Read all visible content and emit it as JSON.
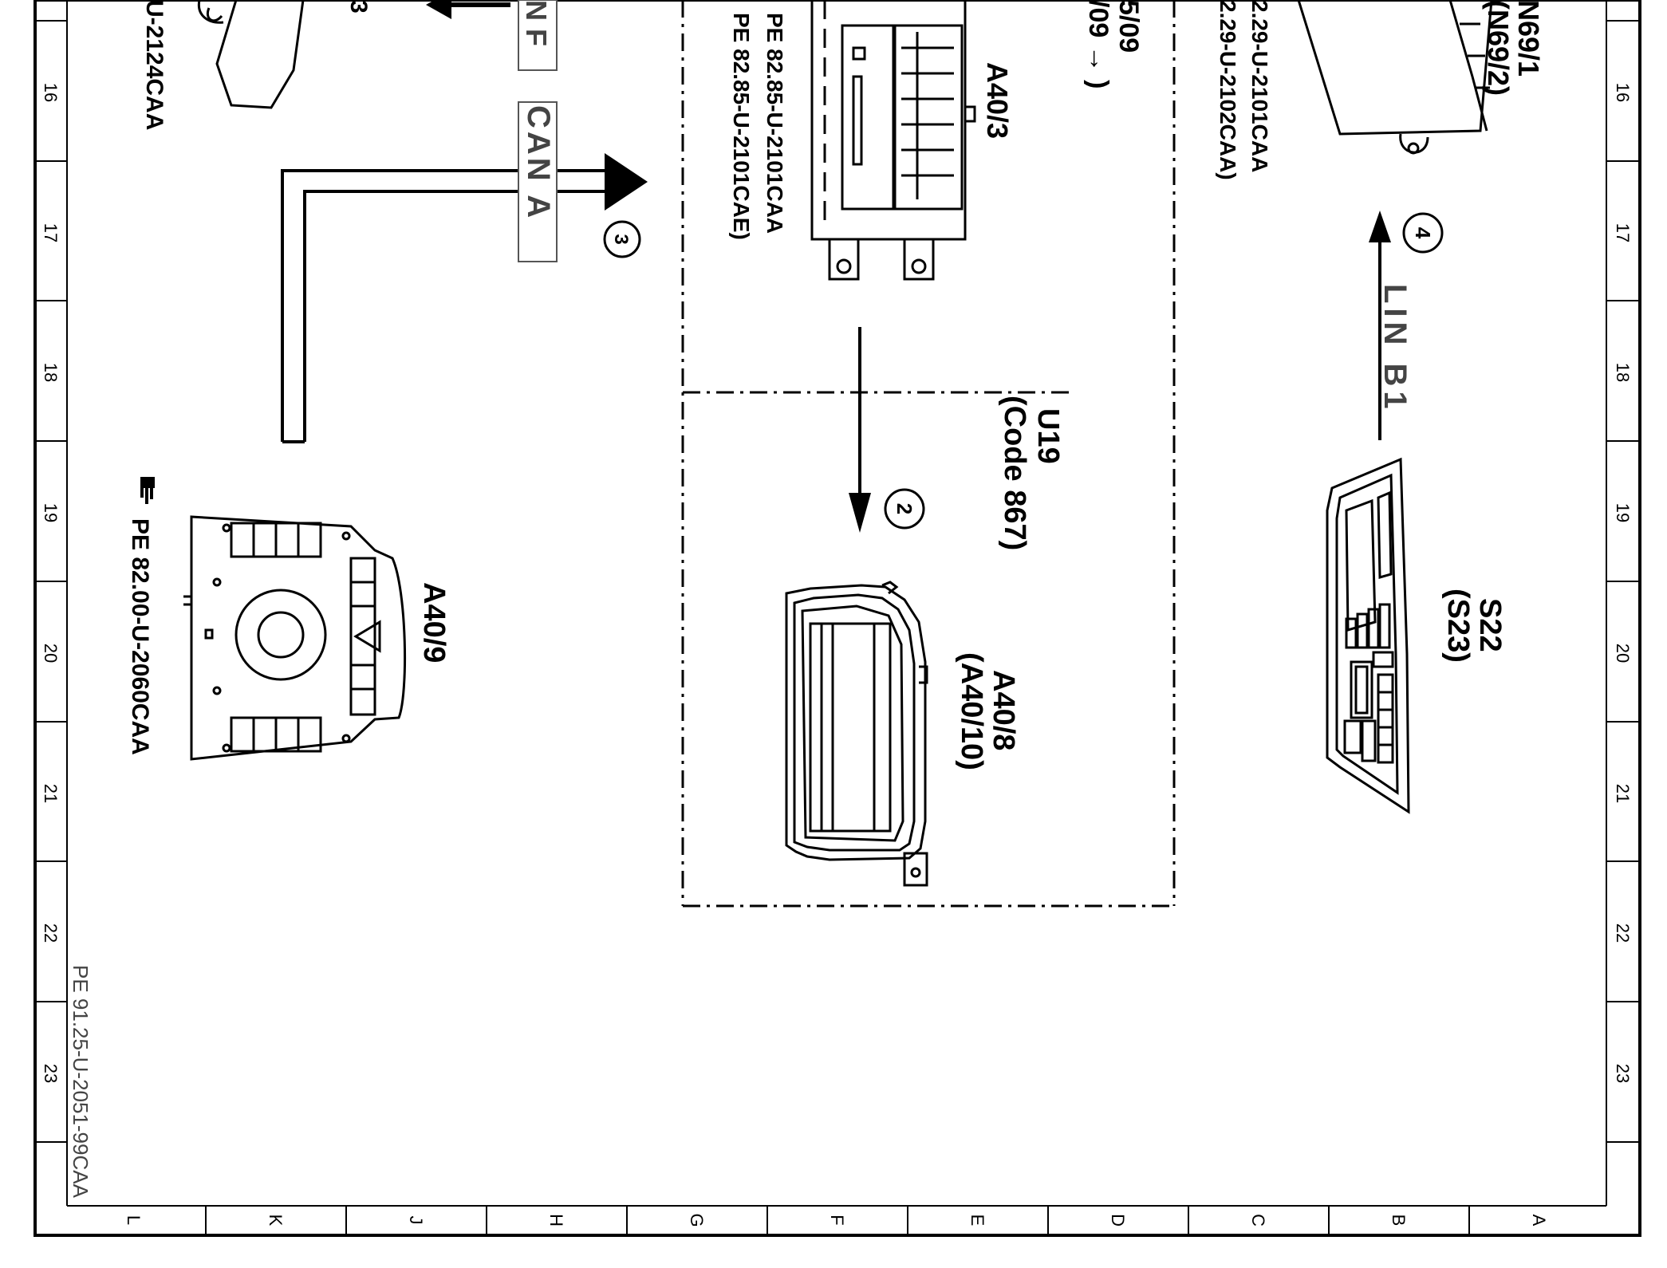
{
  "grid": {
    "row_numbers": [
      "16",
      "17",
      "18",
      "19",
      "20",
      "21",
      "22",
      "23"
    ],
    "column_letters": [
      "L",
      "K",
      "J",
      "H",
      "G",
      "F",
      "E",
      "D",
      "C",
      "B",
      "A"
    ]
  },
  "document_ref": "PE 91.25-U-2051-99CAA",
  "partial_top_labels": {
    "left_ref": "U-2124CAA",
    "left_num": "3",
    "can_f": "N F",
    "date_ref_1": "5/09",
    "date_ref_2": "/09 → )",
    "right_ref_1": "2.29-U-2101CAA",
    "right_ref_2": "2.29-U-2102CAA)",
    "n69_1": "N69/1",
    "n69_2": "(N69/2)"
  },
  "bus_labels": {
    "can_a": "CAN A",
    "lin_b1": "LIN B1"
  },
  "connection_markers": {
    "m2": "2",
    "m3": "3",
    "m4": "4"
  },
  "components": {
    "a40_3": {
      "name": "A40/3",
      "ref_1": "PE 82.85-U-2101CAA",
      "ref_2": "PE 82.85-U-2101CAE)"
    },
    "u19": {
      "name": "U19",
      "code": "(Code 867)"
    },
    "a40_8": {
      "name": "A40/8",
      "alt": "(A40/10)"
    },
    "a40_9": {
      "name": "A40/9",
      "ref": "PE 82.00-U-2060CAA"
    },
    "s22": {
      "name": "S22",
      "alt": "(S23)"
    }
  },
  "icons": {
    "pointer": "hand-pointer-icon"
  }
}
